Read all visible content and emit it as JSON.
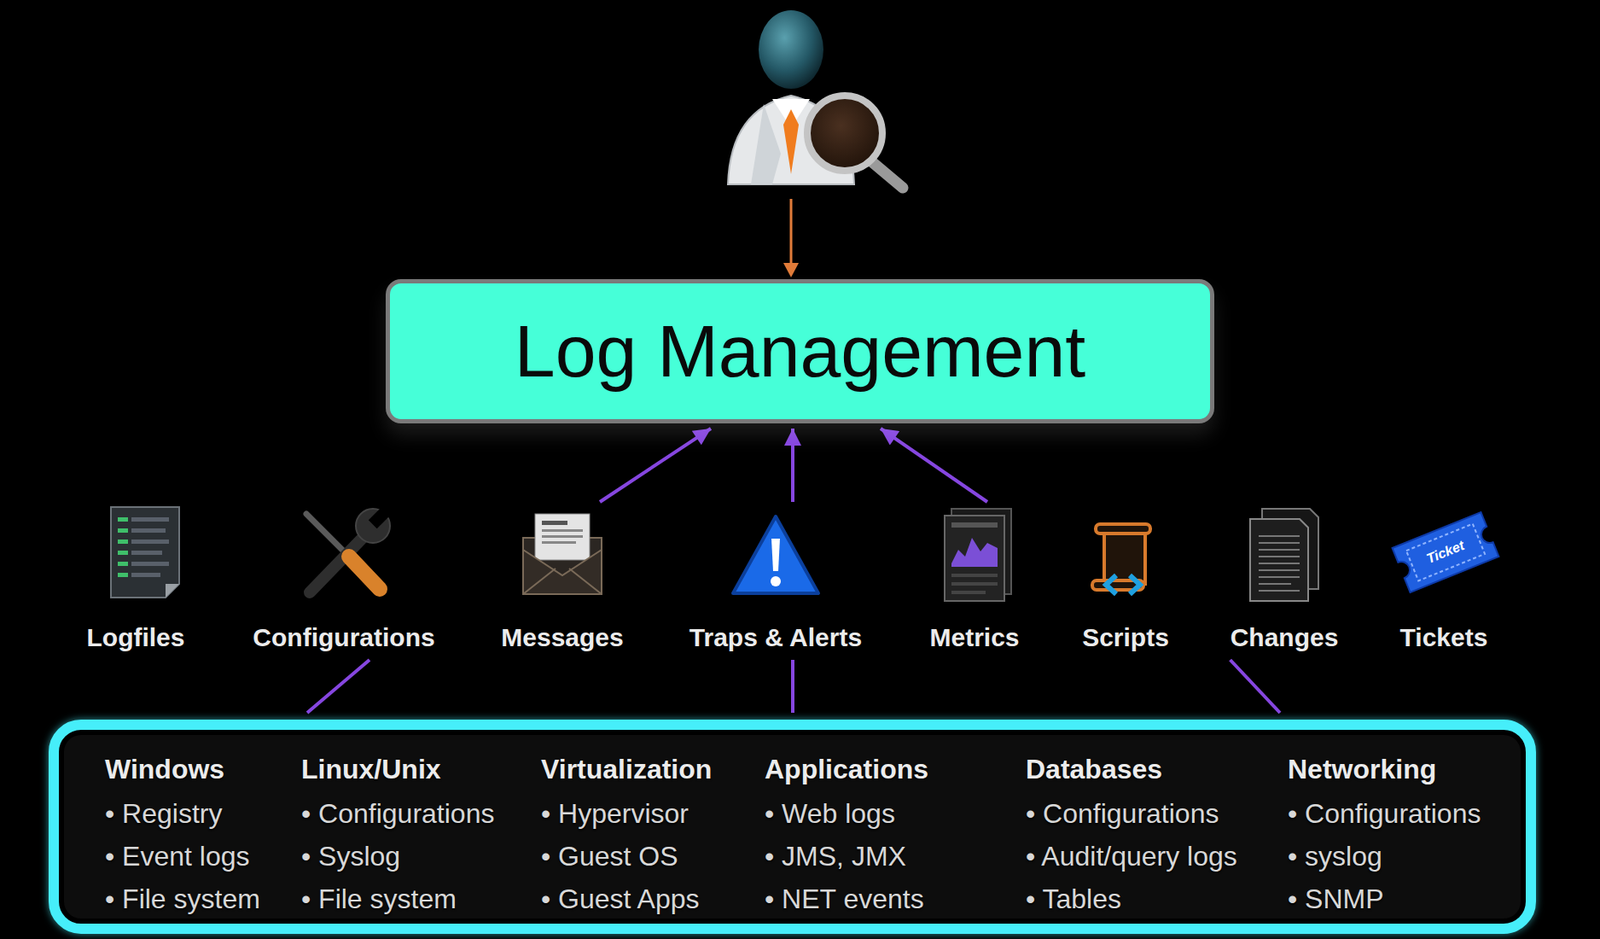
{
  "diagram": {
    "nodes": [
      {
        "text": [
          "Log Management"
        ]
      },
      {
        "text": [
          "Logfiles"
        ]
      },
      {
        "text": [
          "Configurations"
        ]
      },
      {
        "text": [
          "Messages"
        ]
      },
      {
        "text": [
          "Traps & Alerts"
        ]
      },
      {
        "text": [
          "Metrics"
        ]
      },
      {
        "text": [
          "Scripts"
        ]
      },
      {
        "text": [
          "Changes"
        ]
      },
      {
        "text": [
          "Tickets"
        ]
      },
      {
        "text": [
          "Windows",
          "• Registry",
          "• Event logs",
          "• File system",
          "Linux/Unix",
          "• Configurations",
          "• Syslog",
          "• File system",
          "Virtualization",
          "• Hypervisor",
          "• Guest OS",
          "• Guest Apps",
          "Applications",
          "• Web logs",
          "• JMS, JMX",
          "• NET events",
          "Databases",
          "• Configurations",
          "• Audit/query logs",
          "• Tables",
          "Networking",
          "• Configurations",
          "• syslog",
          "• SNMP"
        ]
      }
    ],
    "edges": [
      {
        "from": 3,
        "to": 0,
        "arrow": "to"
      },
      {
        "from": 4,
        "to": 0,
        "arrow": "to"
      },
      {
        "from": 5,
        "to": 0,
        "arrow": "to"
      },
      {
        "from": 9,
        "to": 2,
        "arrow": "none"
      },
      {
        "from": 9,
        "to": 4,
        "arrow": "none"
      },
      {
        "from": 9,
        "to": 7,
        "arrow": "none"
      }
    ],
    "labels": [
      "Ticket"
    ]
  }
}
